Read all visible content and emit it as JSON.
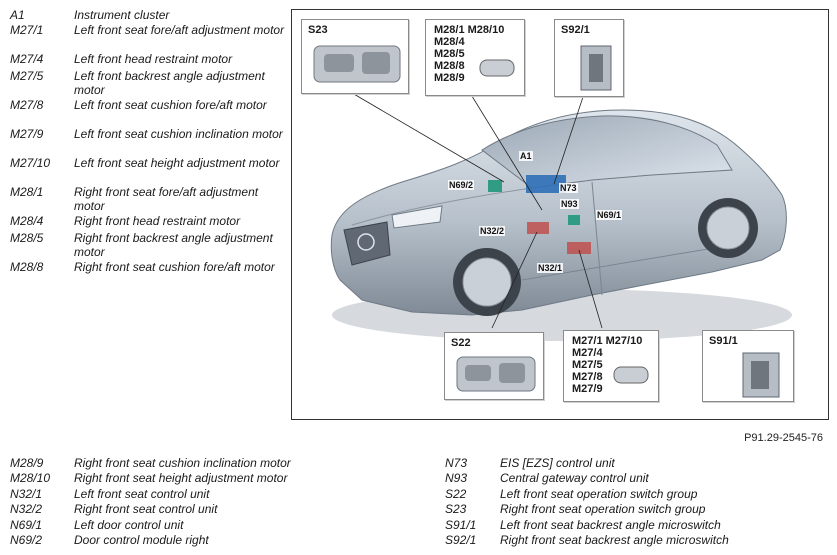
{
  "legend_top": [
    {
      "code": "A1",
      "desc": "Instrument cluster"
    },
    {
      "code": "M27/1",
      "desc": "Left front seat fore/aft adjustment motor"
    },
    {
      "code": "M27/4",
      "desc": "Left front head restraint motor"
    },
    {
      "code": "M27/5",
      "desc": "Left front backrest angle adjustment motor"
    },
    {
      "code": "M27/8",
      "desc": "Left front seat cushion fore/aft motor"
    },
    {
      "code": "M27/9",
      "desc": "Left front seat cushion inclination motor"
    },
    {
      "code": "M27/10",
      "desc": "Left front seat height adjustment motor"
    },
    {
      "code": "M28/1",
      "desc": "Right front seat fore/aft adjustment motor"
    },
    {
      "code": "M28/4",
      "desc": "Right front head restraint motor"
    },
    {
      "code": "M28/5",
      "desc": "Right front backrest angle adjustment motor"
    },
    {
      "code": "M28/8",
      "desc": "Right front seat cushion fore/aft motor"
    }
  ],
  "legend_bottom_left": [
    {
      "code": "M28/9",
      "desc": "Right front seat cushion inclination motor"
    },
    {
      "code": "M28/10",
      "desc": "Right front seat height adjustment motor"
    },
    {
      "code": "N32/1",
      "desc": "Left front seat control unit"
    },
    {
      "code": "N32/2",
      "desc": "Right front seat control unit"
    },
    {
      "code": "N69/1",
      "desc": "Left door control unit"
    },
    {
      "code": "N69/2",
      "desc": "Door control module right"
    }
  ],
  "legend_bottom_right": [
    {
      "code": "N73",
      "desc": "EIS [EZS] control unit"
    },
    {
      "code": "N93",
      "desc": "Central gateway control unit"
    },
    {
      "code": "S22",
      "desc": "Left front seat operation switch group"
    },
    {
      "code": "S23",
      "desc": "Right front seat operation switch group"
    },
    {
      "code": "S91/1",
      "desc": "Left front seat backrest angle microswitch"
    },
    {
      "code": "S92/1",
      "desc": "Right front seat backrest angle microswitch"
    }
  ],
  "figure": {
    "id": "P91.29-2545-76",
    "callouts": {
      "s23": "S23",
      "s92_1": "S92/1",
      "s22": "S22",
      "s91_1": "S91/1",
      "m28_list": [
        "M28/1  M28/10",
        "M28/4",
        "M28/5",
        "M28/8",
        "M28/9"
      ],
      "m27_list": [
        "M27/1  M27/10",
        "M27/4",
        "M27/5",
        "M27/8",
        "M27/9"
      ]
    },
    "car_labels": {
      "a1": "A1",
      "n73": "N73",
      "n69_2": "N69/2",
      "n93": "N93",
      "n69_1": "N69/1",
      "n32_2": "N32/2",
      "n32_1": "N32/1"
    },
    "colors": {
      "car_body": "#c3cbd4",
      "car_shadow": "#8f99a4",
      "component_red": "#c0504d",
      "component_teal": "#2f9c83",
      "component_blue": "#2f6fb8"
    }
  }
}
